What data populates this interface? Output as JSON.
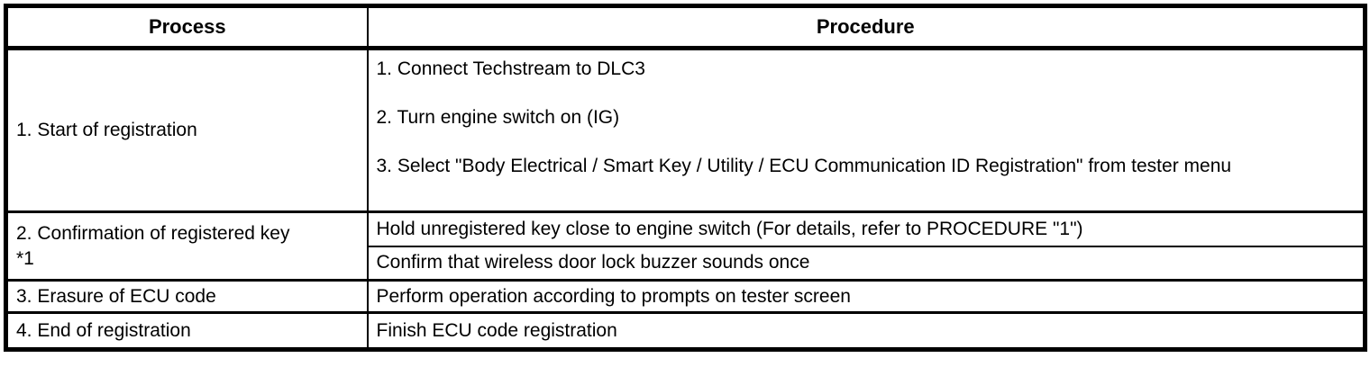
{
  "colors": {
    "background": "#ffffff",
    "border": "#000000",
    "text": "#000000"
  },
  "table": {
    "columns": {
      "process": "Process",
      "procedure": "Procedure"
    },
    "rows": [
      {
        "process": "1. Start of registration",
        "procedure_steps": [
          "1. Connect Techstream to DLC3",
          "2. Turn engine switch on (IG)",
          "3. Select \"Body Electrical / Smart Key / Utility / ECU Communication ID Registration\" from tester menu"
        ]
      },
      {
        "process": "2. Confirmation of registered key\n*1",
        "procedure_steps": [
          "Hold unregistered key close to engine switch (For details, refer to PROCEDURE \"1\")",
          "Confirm that wireless door lock buzzer sounds once"
        ]
      },
      {
        "process": "3. Erasure of ECU code",
        "procedure_steps": [
          "Perform operation according to prompts on tester screen"
        ]
      },
      {
        "process": "4. End of registration",
        "procedure_steps": [
          "Finish ECU code registration"
        ]
      }
    ]
  }
}
